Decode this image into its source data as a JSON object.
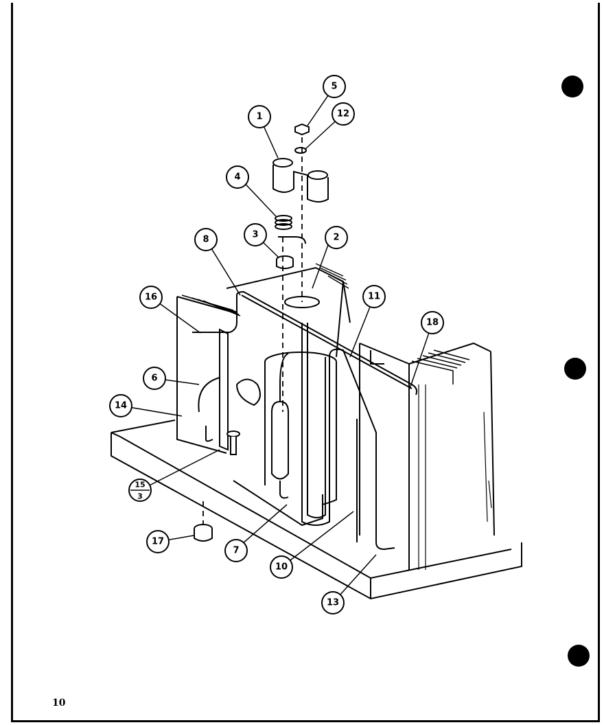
{
  "page": {
    "page_number": "10",
    "ink_color": "#000000",
    "paper_color": "#ffffff"
  },
  "callouts": [
    {
      "id": "c1",
      "label": "1"
    },
    {
      "id": "c2",
      "label": "2"
    },
    {
      "id": "c3",
      "label": "3"
    },
    {
      "id": "c4",
      "label": "4"
    },
    {
      "id": "c5",
      "label": "5"
    },
    {
      "id": "c6",
      "label": "6"
    },
    {
      "id": "c7",
      "label": "7"
    },
    {
      "id": "c8",
      "label": "8"
    },
    {
      "id": "c10",
      "label": "10"
    },
    {
      "id": "c11",
      "label": "11"
    },
    {
      "id": "c12",
      "label": "12"
    },
    {
      "id": "c13",
      "label": "13"
    },
    {
      "id": "c14",
      "label": "14"
    },
    {
      "id": "c15",
      "label": "15",
      "sublabel": "3"
    },
    {
      "id": "c16",
      "label": "16"
    },
    {
      "id": "c17",
      "label": "17"
    },
    {
      "id": "c18",
      "label": "18"
    }
  ],
  "icons": {
    "binder_holes": "binder-hole-icon"
  }
}
